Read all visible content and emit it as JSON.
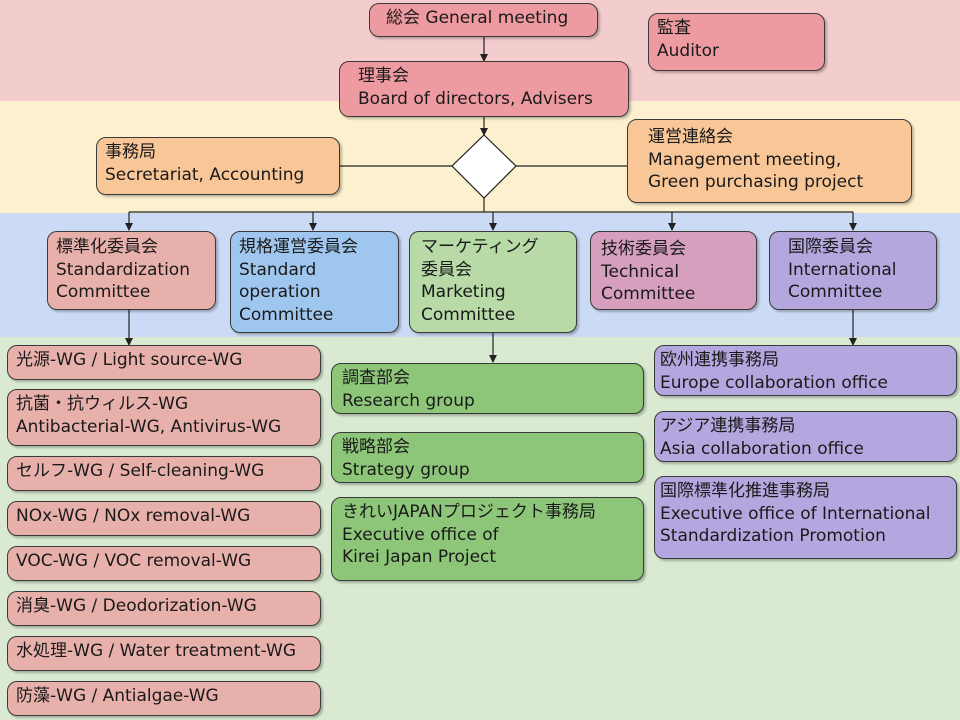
{
  "colors": {
    "band_top": "#f3cccd",
    "band_second": "#fcf0cf",
    "band_committees": "#cbdaf5",
    "band_groups": "#d9e9d2"
  },
  "general_meeting": {
    "text": "総会 General meeting"
  },
  "auditor": {
    "ja": "監査",
    "en": "Auditor"
  },
  "board": {
    "ja": "理事会",
    "en": "Board of directors, Advisers"
  },
  "secretariat": {
    "ja": "事務局",
    "en": "Secretariat, Accounting"
  },
  "management": {
    "ja": "運営連絡会",
    "en1": "Management meeting,",
    "en2": "Green purchasing project"
  },
  "committees": [
    {
      "ja": "標準化委員会",
      "en1": "Standardization",
      "en2": "Committee"
    },
    {
      "ja": "規格運営委員会",
      "en1": "Standard",
      "en2": "operation",
      "en3": "Committee"
    },
    {
      "ja1": "マーケティング",
      "ja2": "委員会",
      "en1": "Marketing",
      "en2": "Committee"
    },
    {
      "ja": "技術委員会",
      "en1": "Technical",
      "en2": "Committee"
    },
    {
      "ja": "国際委員会",
      "en1": "International",
      "en2": "Committee"
    }
  ],
  "working_groups": [
    {
      "line1": "光源-WG / Light source-WG"
    },
    {
      "line1": "抗菌・抗ウィルス-WG",
      "line2": "Antibacterial-WG, Antivirus-WG"
    },
    {
      "line1": "セルフ-WG / Self-cleaning-WG"
    },
    {
      "line1": "NOx-WG / NOx removal-WG"
    },
    {
      "line1": "VOC-WG / VOC removal-WG"
    },
    {
      "line1": "消臭-WG / Deodorization-WG"
    },
    {
      "line1": "水処理-WG / Water treatment-WG"
    },
    {
      "line1": "防藻-WG / Antialgae-WG"
    }
  ],
  "marketing_groups": [
    {
      "ja": "調査部会",
      "en": "Research group"
    },
    {
      "ja": "戦略部会",
      "en": "Strategy group"
    },
    {
      "ja": "きれいJAPANプロジェクト事務局",
      "en1": "Executive office of",
      "en2": "Kirei Japan Project"
    }
  ],
  "international_offices": [
    {
      "ja": "欧州連携事務局",
      "en": "Europe collaboration office"
    },
    {
      "ja": "アジア連携事務局",
      "en": "Asia collaboration office"
    },
    {
      "ja": "国際標準化推進事務局",
      "en1": "Executive office of International",
      "en2": "Standardization Promotion"
    }
  ]
}
